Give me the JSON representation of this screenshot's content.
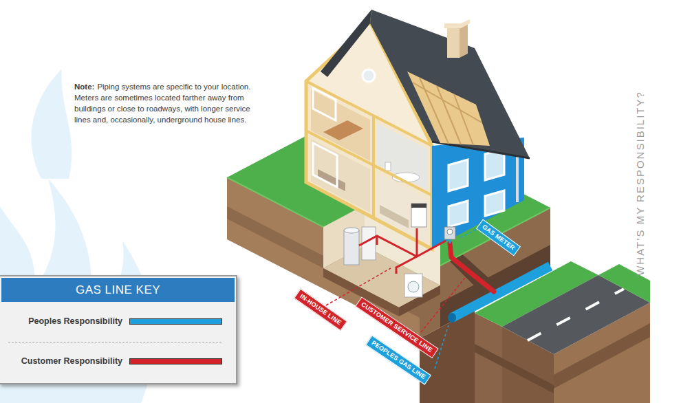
{
  "diagram": {
    "nodes": [
      {
        "text": [
          "GAS METER"
        ]
      },
      {
        "text": [
          "IN-HOUSE LINE"
        ]
      },
      {
        "text": [
          "CUSTOMER SERVICE LINE"
        ]
      },
      {
        "text": [
          "PEOPLES GAS LINE"
        ]
      }
    ],
    "labels": [
      "Note:",
      "Piping systems are specific to your location. Meters are sometimes located farther away from buildings or close to roadways, with longer service lines and, occasionally, underground house lines.",
      "WHAT’S MY RESPONSIBILITY?",
      "GAS LINE KEY"
    ],
    "legend": [
      {
        "text": "Peoples Responsibility",
        "color": "#1ea0dc"
      },
      {
        "text": "Customer Responsibility",
        "color": "#d2232a"
      }
    ]
  }
}
